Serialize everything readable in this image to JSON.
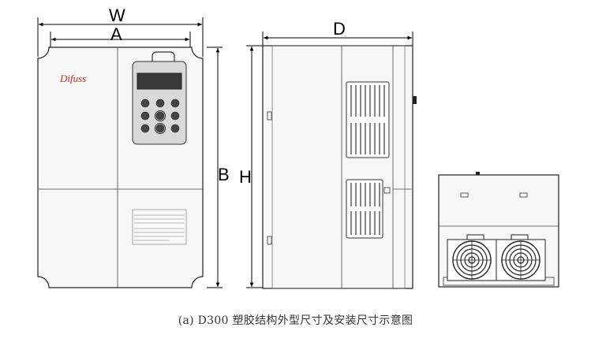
{
  "dimensions": {
    "w": "W",
    "a": "A",
    "b": "B",
    "h": "H",
    "d": "D"
  },
  "brand": "Difuss",
  "caption": "(a) D300 塑胶结构外型尺寸及安装尺寸示意图",
  "colors": {
    "line": "#222222",
    "panel": "#f3f3f3",
    "body": "#f7f7f7",
    "keypad": "#d9d9d9",
    "brand": "#b0302a"
  }
}
